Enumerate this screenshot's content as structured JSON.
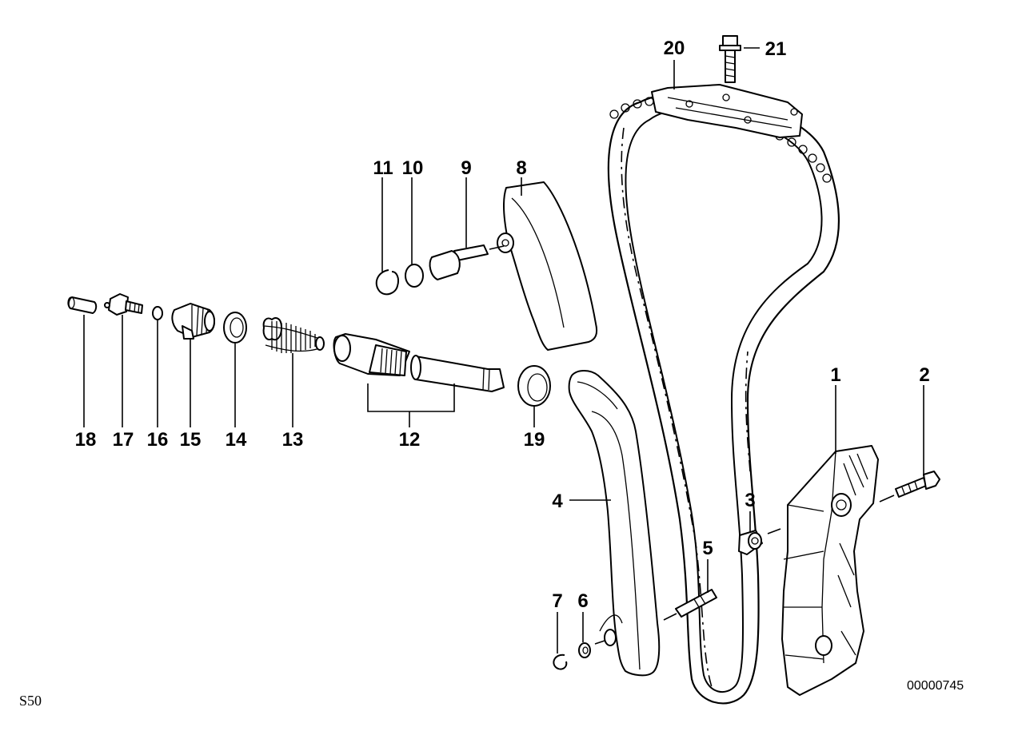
{
  "diagram": {
    "callouts": {
      "p1": "1",
      "p2": "2",
      "p3": "3",
      "p4": "4",
      "p5": "5",
      "p6": "6",
      "p7": "7",
      "p8": "8",
      "p9": "9",
      "p10": "10",
      "p11": "11",
      "p12": "12",
      "p13": "13",
      "p14": "14",
      "p15": "15",
      "p16": "16",
      "p17": "17",
      "p18": "18",
      "p19": "19",
      "p20": "20",
      "p21": "21"
    },
    "model_code": "S50",
    "diagram_number": "00000745"
  }
}
